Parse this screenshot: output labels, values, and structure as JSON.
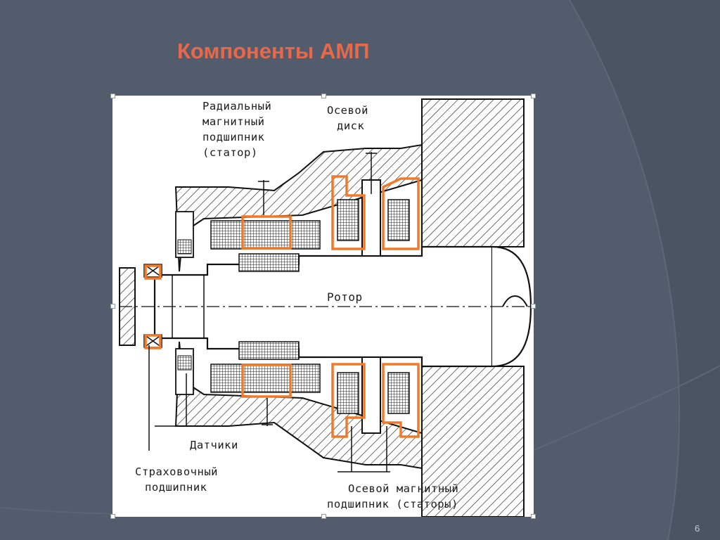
{
  "slide": {
    "title": "Компоненты АМП",
    "number": "6",
    "colors": {
      "background": "#525c6c",
      "title": "#e8694a",
      "highlight": "#f07a2a"
    }
  },
  "diagram": {
    "labels": {
      "radial_bearing": [
        "Радиальный",
        "магнитный",
        "подшипник",
        "(статор)"
      ],
      "axial_disk": [
        "Осевой",
        "диск"
      ],
      "rotor": "Ротор",
      "sensors": "Датчики",
      "safety_bearing": [
        "Страховочный",
        "подшипник"
      ],
      "axial_bearing": [
        "Осевой магнитный",
        "подшипник (статоры)"
      ]
    }
  }
}
